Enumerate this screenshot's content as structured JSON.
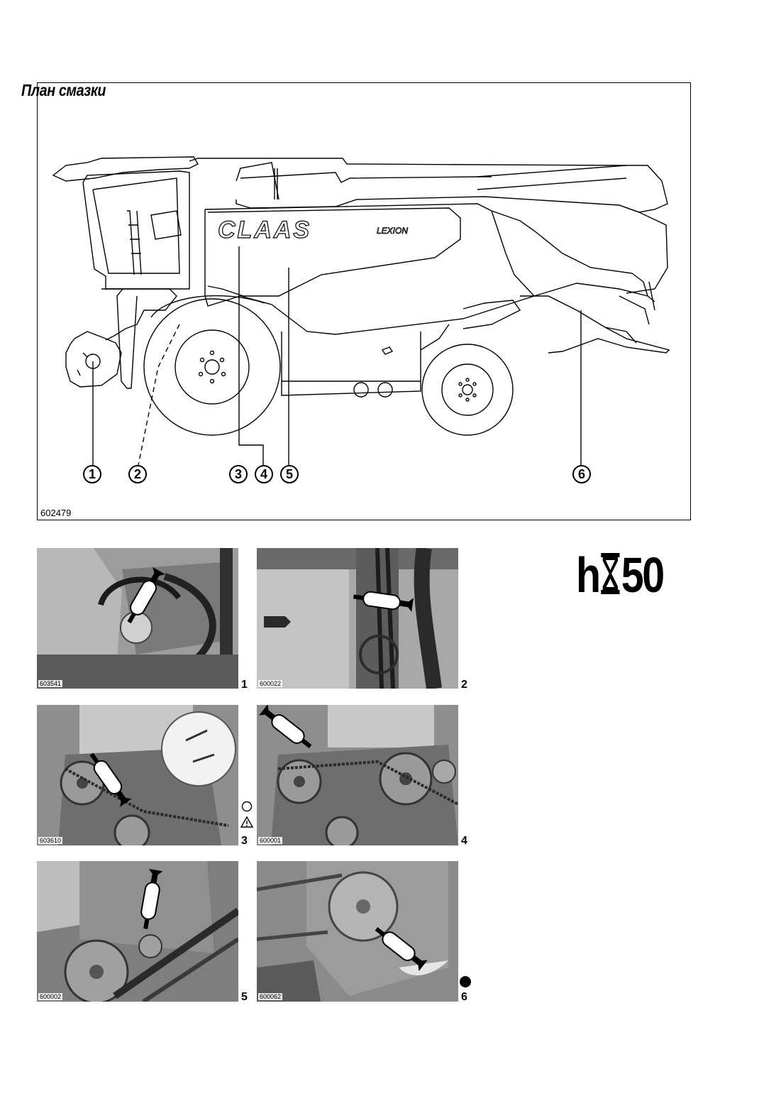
{
  "page": {
    "title": "План смазки",
    "main_figure_code": "602479",
    "brand_logo": "CLAAS",
    "model_logo": "LEXION"
  },
  "callouts": [
    "1",
    "2",
    "3",
    "4",
    "5",
    "6"
  ],
  "photos": [
    {
      "code": "603541",
      "number": "1"
    },
    {
      "code": "600022",
      "number": "2"
    },
    {
      "code": "603610",
      "number": "3"
    },
    {
      "code": "600001",
      "number": "4"
    },
    {
      "code": "600002",
      "number": "5"
    },
    {
      "code": "600062",
      "number": "6"
    }
  ],
  "interval": {
    "prefix": "h",
    "value": "50",
    "icon": "hourglass-icon"
  },
  "symbols": {
    "open": "circle-icon",
    "warning": "warning-triangle-icon",
    "filled": "filled-circle-icon"
  }
}
